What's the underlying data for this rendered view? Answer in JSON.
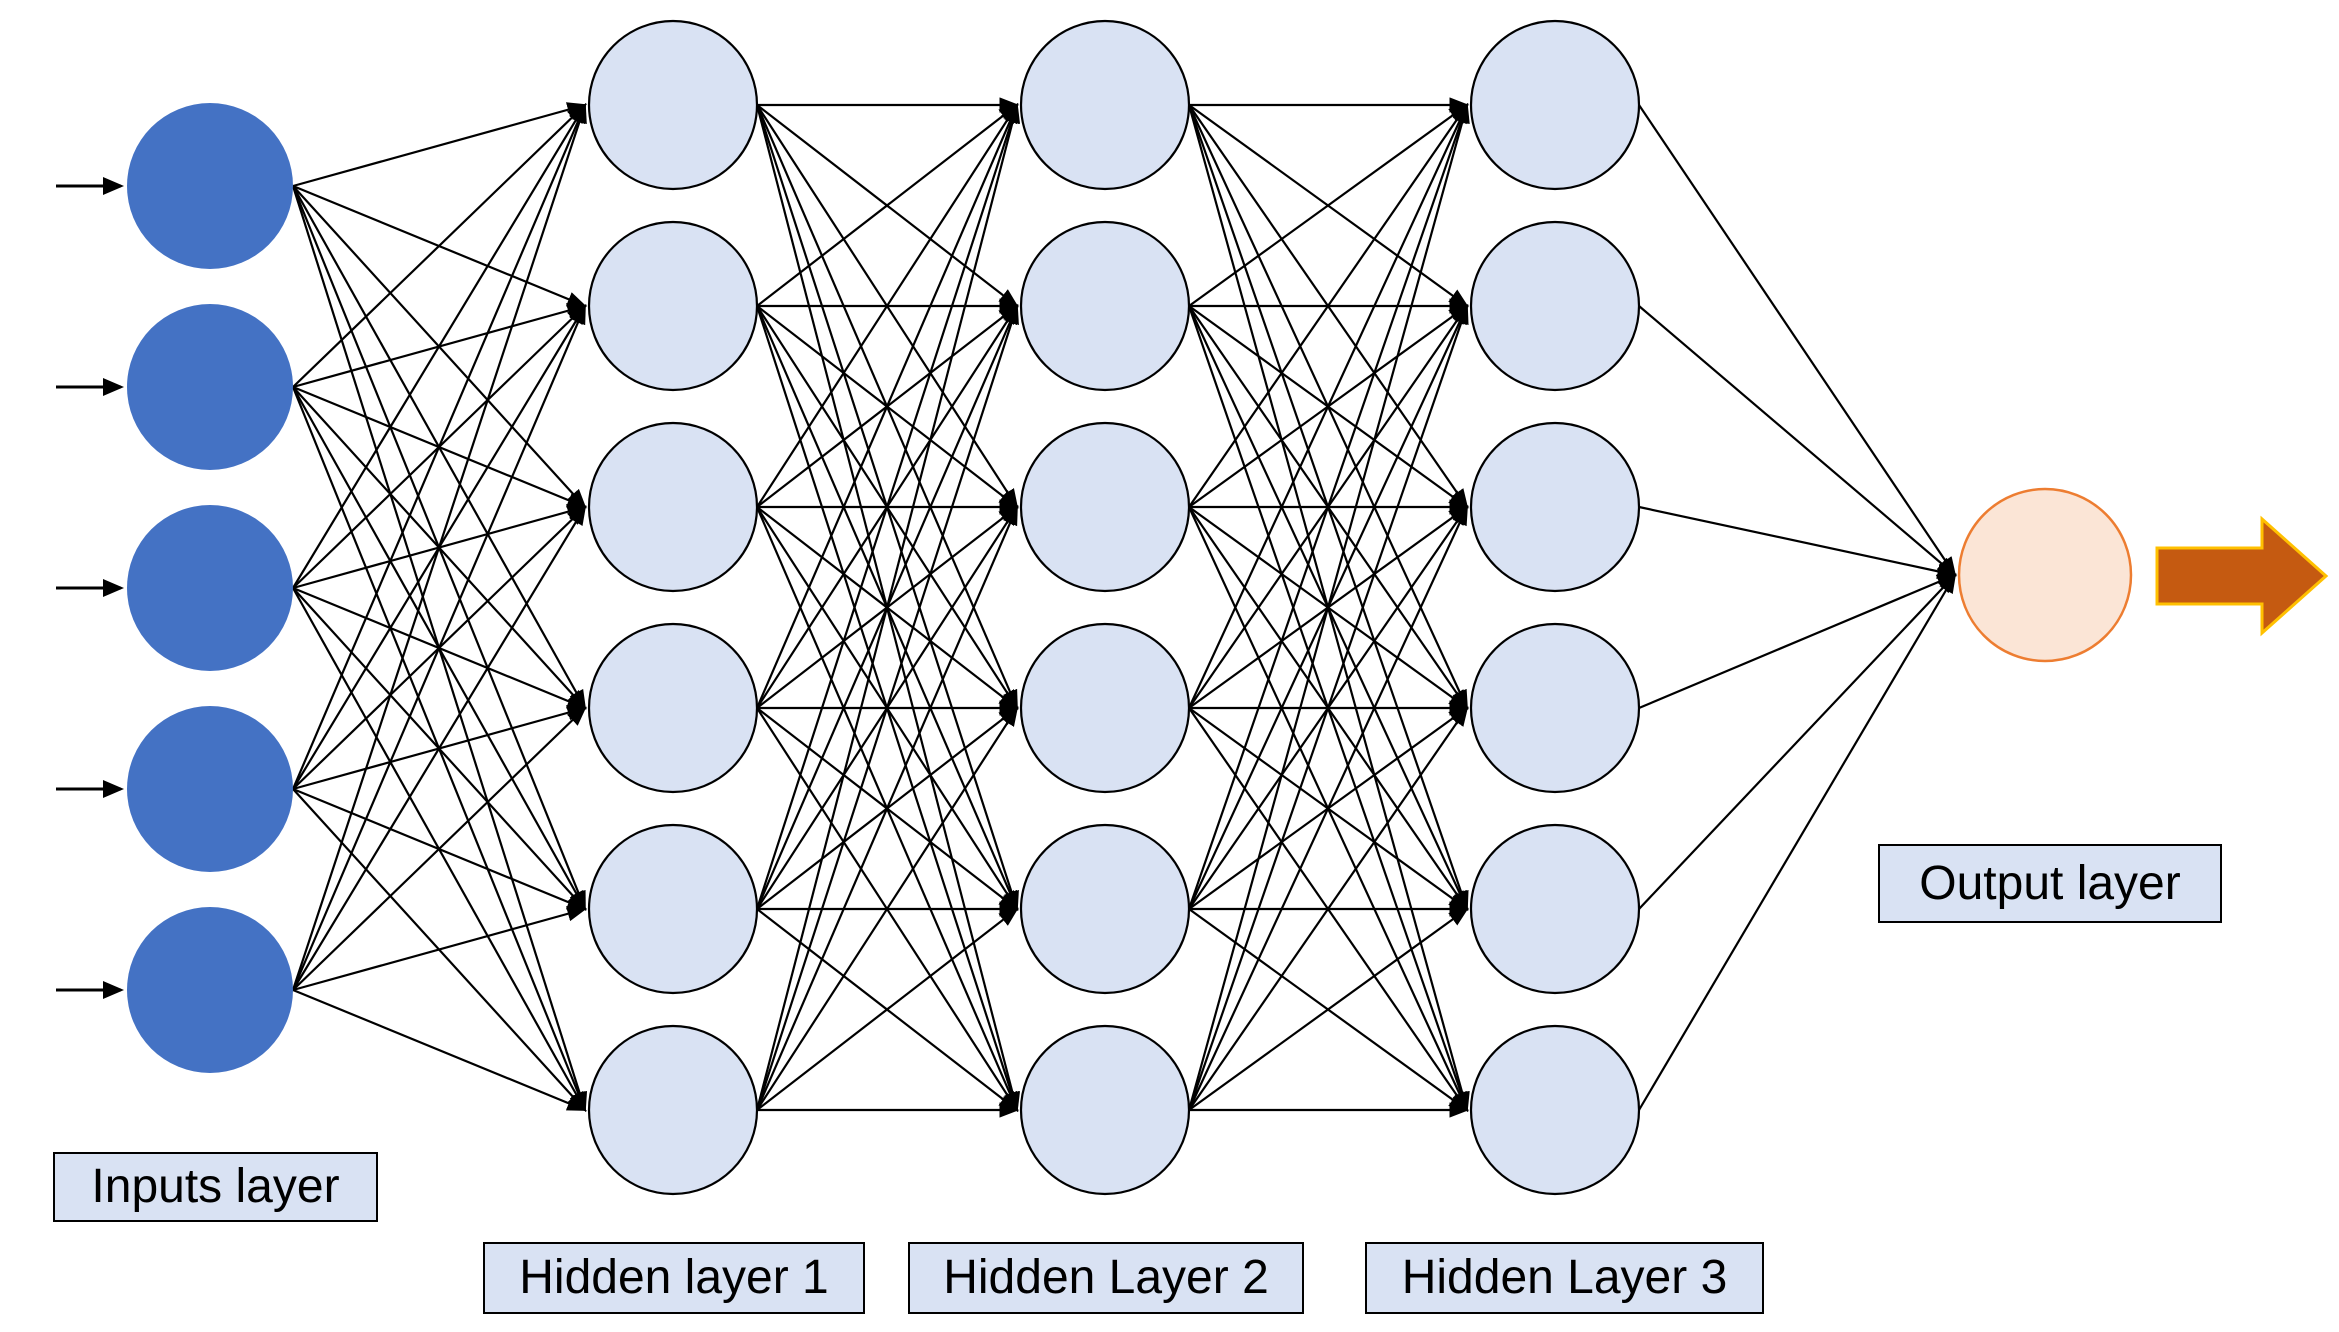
{
  "diagram": {
    "type": "neural-network",
    "background_color": "#FFFFFF",
    "edge_color": "#000000",
    "fully_connected_between_consecutive_layers": true,
    "layers": [
      {
        "id": "inputs",
        "label": "Inputs layer",
        "node_count": 5,
        "node_fill": "#4472C4",
        "node_stroke": "none",
        "node_stroke_width": 0
      },
      {
        "id": "hidden1",
        "label": "Hidden layer 1",
        "node_count": 6,
        "node_fill": "#D9E2F3",
        "node_stroke": "#000000",
        "node_stroke_width": 2.2
      },
      {
        "id": "hidden2",
        "label": "Hidden Layer 2",
        "node_count": 6,
        "node_fill": "#D9E2F3",
        "node_stroke": "#000000",
        "node_stroke_width": 2.2
      },
      {
        "id": "hidden3",
        "label": "Hidden Layer 3",
        "node_count": 6,
        "node_fill": "#D9E2F3",
        "node_stroke": "#000000",
        "node_stroke_width": 2.2
      },
      {
        "id": "output",
        "label": "Output layer",
        "node_count": 1,
        "node_fill": "#FBE5D6",
        "node_stroke": "#ED7D31",
        "node_stroke_width": 2.5
      }
    ],
    "label_box": {
      "fill": "#D9E2F3",
      "stroke": "#000000",
      "text_color": "#000000"
    },
    "input_arrows": {
      "count": 5,
      "color": "#000000",
      "icon": "right-arrow-icon"
    },
    "output_arrow": {
      "fill": "#C55A11",
      "stroke": "#FFC000",
      "icon": "right-block-arrow-icon"
    }
  }
}
